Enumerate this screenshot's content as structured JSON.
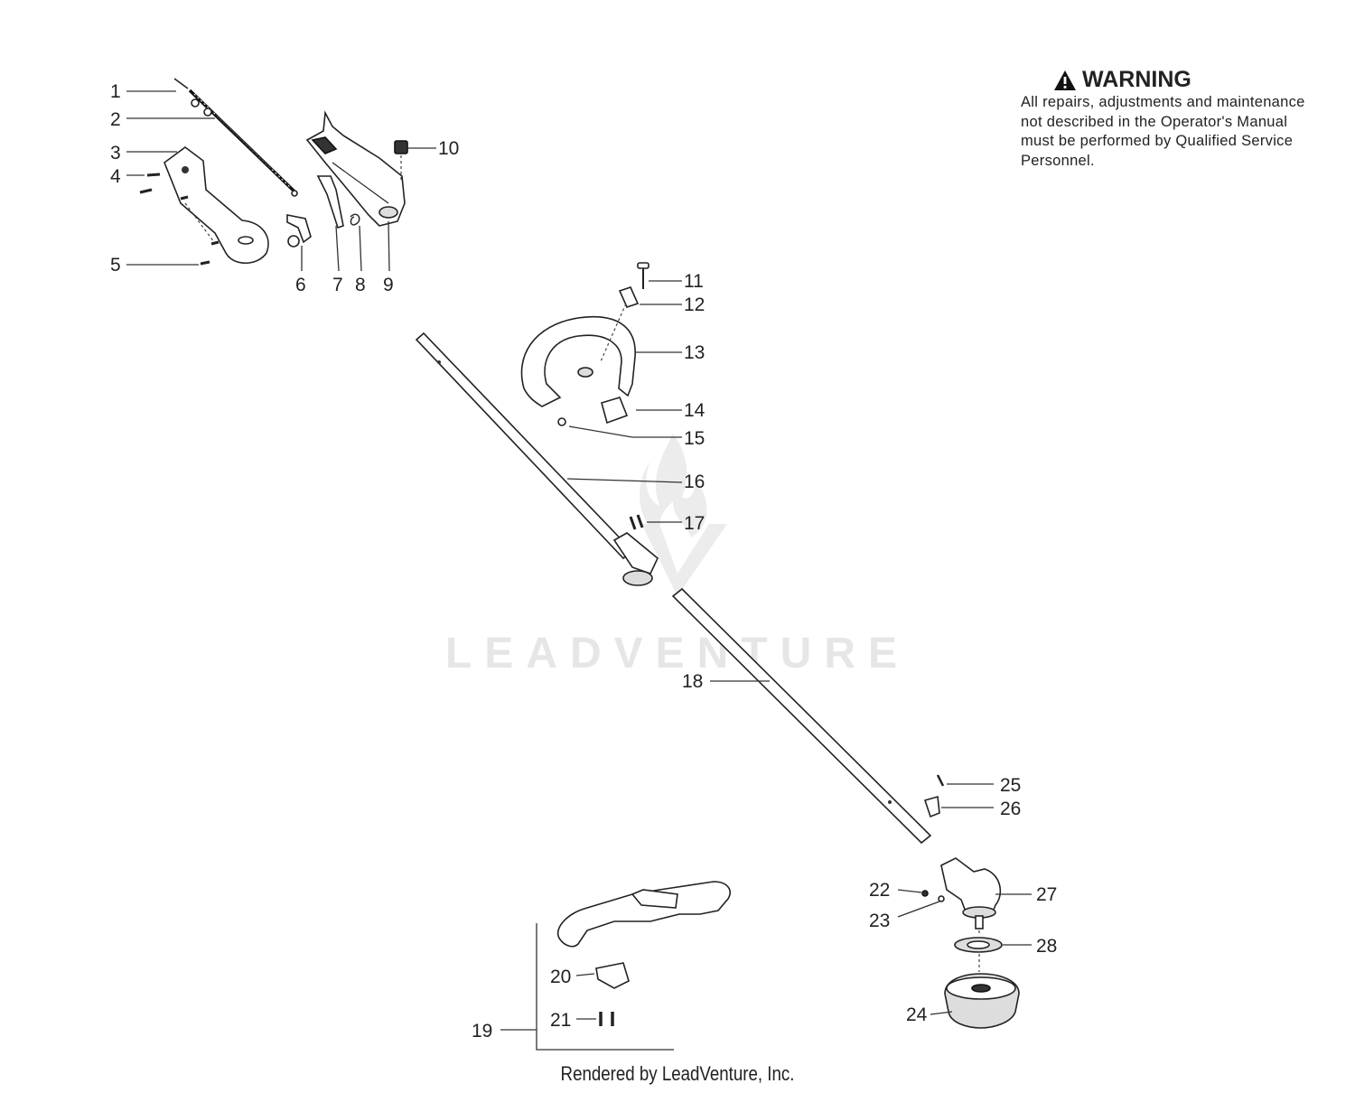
{
  "warning": {
    "title": "WARNING",
    "text": "All repairs, adjustments and maintenance not described in the Operator's Manual must be performed by Qualified Service Personnel."
  },
  "watermark": {
    "text": "LEADVENTURE"
  },
  "footer": {
    "text": "Rendered by LeadVenture, Inc."
  },
  "labels": {
    "p1": "1",
    "p2": "2",
    "p3": "3",
    "p4": "4",
    "p5": "5",
    "p6": "6",
    "p7": "7",
    "p8": "8",
    "p9": "9",
    "p10": "10",
    "p11": "11",
    "p12": "12",
    "p13": "13",
    "p14": "14",
    "p15": "15",
    "p16": "16",
    "p17": "17",
    "p18": "18",
    "p19": "19",
    "p20": "20",
    "p21": "21",
    "p22": "22",
    "p23": "23",
    "p24": "24",
    "p25": "25",
    "p26": "26",
    "p27": "27",
    "p28": "28"
  }
}
